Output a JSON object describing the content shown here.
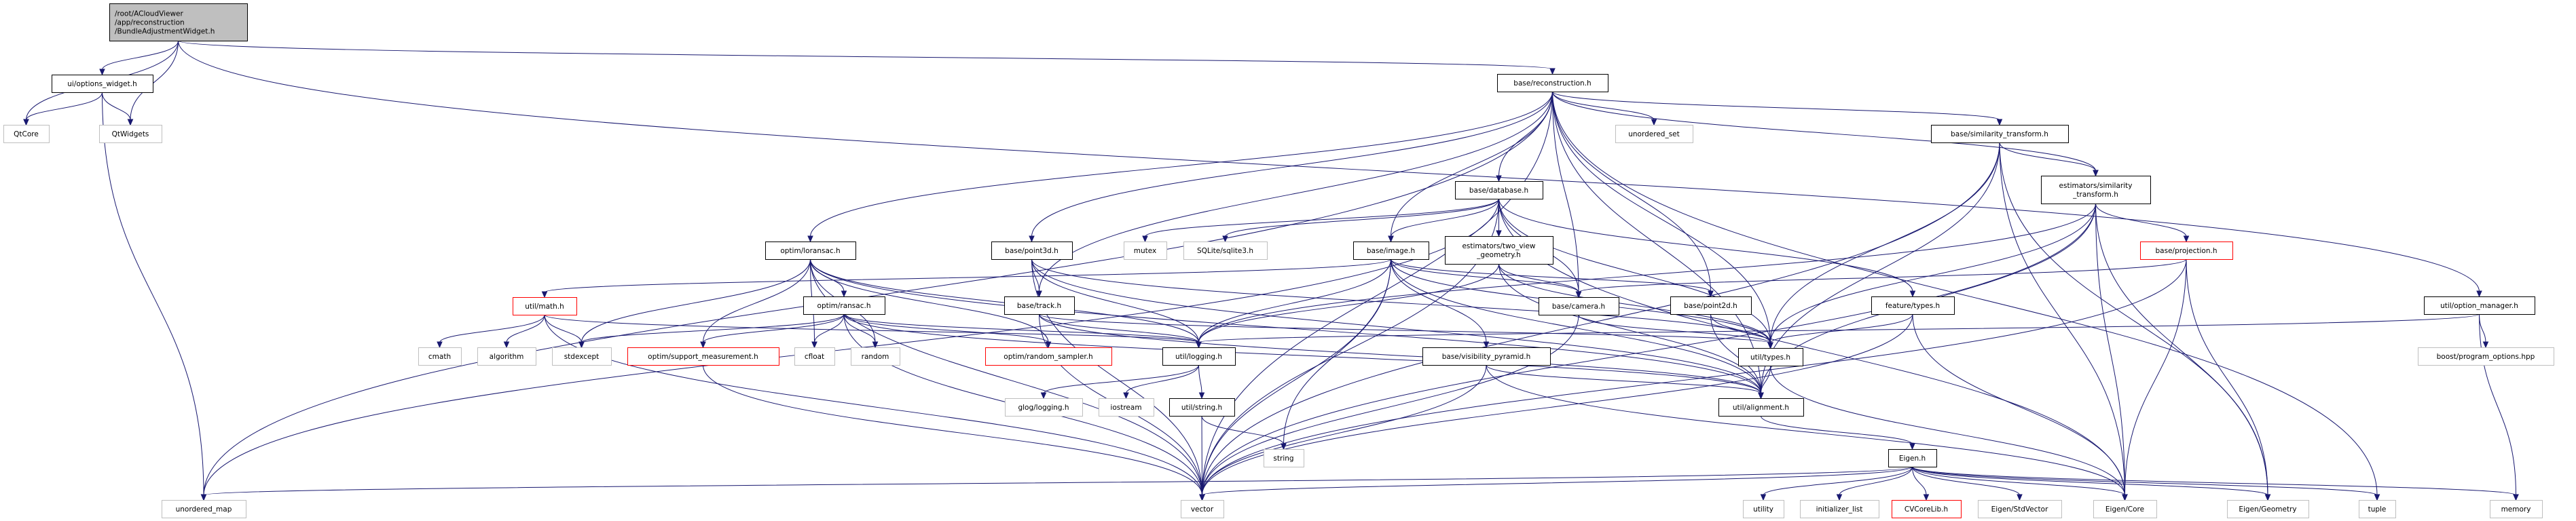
{
  "title": "Include dependency graph for BundleAdjustmentWidget.h",
  "colors": {
    "edge": "#191970",
    "root_fill": "#bfbfbf",
    "header_border": "#000000",
    "system_border": "#bfbfbf",
    "truncated_border": "#ff0000"
  },
  "nodes": [
    {
      "id": "root",
      "lines": [
        "/root/ACloudViewer",
        "/app/reconstruction",
        "/BundleAdjustmentWidget.h"
      ],
      "kind": "root"
    },
    {
      "id": "options_widget",
      "lines": [
        "ui/options_widget.h"
      ],
      "kind": "header"
    },
    {
      "id": "qtcore",
      "lines": [
        "QtCore"
      ],
      "kind": "system"
    },
    {
      "id": "qtwidgets",
      "lines": [
        "QtWidgets"
      ],
      "kind": "system"
    },
    {
      "id": "reconstruction",
      "lines": [
        "base/reconstruction.h"
      ],
      "kind": "header"
    },
    {
      "id": "unordered_set",
      "lines": [
        "unordered_set"
      ],
      "kind": "system"
    },
    {
      "id": "base_sim",
      "lines": [
        "base/similarity_transform.h"
      ],
      "kind": "header"
    },
    {
      "id": "est_sim",
      "lines": [
        "estimators/similarity",
        "_transform.h"
      ],
      "kind": "header"
    },
    {
      "id": "database",
      "lines": [
        "base/database.h"
      ],
      "kind": "header"
    },
    {
      "id": "option_manager",
      "lines": [
        "util/option_manager.h"
      ],
      "kind": "header"
    },
    {
      "id": "boost_po",
      "lines": [
        "boost/program_options.hpp"
      ],
      "kind": "system"
    },
    {
      "id": "loransac",
      "lines": [
        "optim/loransac.h"
      ],
      "kind": "header"
    },
    {
      "id": "point3d",
      "lines": [
        "base/point3d.h"
      ],
      "kind": "header"
    },
    {
      "id": "mutex",
      "lines": [
        "mutex"
      ],
      "kind": "system"
    },
    {
      "id": "sqlite",
      "lines": [
        "SQLite/sqlite3.h"
      ],
      "kind": "system"
    },
    {
      "id": "image",
      "lines": [
        "base/image.h"
      ],
      "kind": "header"
    },
    {
      "id": "two_view",
      "lines": [
        "estimators/two_view",
        "_geometry.h"
      ],
      "kind": "header"
    },
    {
      "id": "projection",
      "lines": [
        "base/projection.h"
      ],
      "kind": "truncated"
    },
    {
      "id": "math",
      "lines": [
        "util/math.h"
      ],
      "kind": "truncated"
    },
    {
      "id": "ransac",
      "lines": [
        "optim/ransac.h"
      ],
      "kind": "header"
    },
    {
      "id": "track",
      "lines": [
        "base/track.h"
      ],
      "kind": "header"
    },
    {
      "id": "camera",
      "lines": [
        "base/camera.h"
      ],
      "kind": "header"
    },
    {
      "id": "point2d",
      "lines": [
        "base/point2d.h"
      ],
      "kind": "header"
    },
    {
      "id": "feature_types",
      "lines": [
        "feature/types.h"
      ],
      "kind": "header"
    },
    {
      "id": "cmath",
      "lines": [
        "cmath"
      ],
      "kind": "system"
    },
    {
      "id": "algorithm",
      "lines": [
        "algorithm"
      ],
      "kind": "system"
    },
    {
      "id": "stdexcept",
      "lines": [
        "stdexcept"
      ],
      "kind": "system"
    },
    {
      "id": "support_measurement",
      "lines": [
        "optim/support_measurement.h"
      ],
      "kind": "truncated"
    },
    {
      "id": "cfloat",
      "lines": [
        "cfloat"
      ],
      "kind": "system"
    },
    {
      "id": "random",
      "lines": [
        "random"
      ],
      "kind": "system"
    },
    {
      "id": "random_sampler",
      "lines": [
        "optim/random_sampler.h"
      ],
      "kind": "truncated"
    },
    {
      "id": "logging",
      "lines": [
        "util/logging.h"
      ],
      "kind": "header"
    },
    {
      "id": "visibility_pyramid",
      "lines": [
        "base/visibility_pyramid.h"
      ],
      "kind": "header"
    },
    {
      "id": "util_types",
      "lines": [
        "util/types.h"
      ],
      "kind": "header"
    },
    {
      "id": "glog",
      "lines": [
        "glog/logging.h"
      ],
      "kind": "system"
    },
    {
      "id": "iostream",
      "lines": [
        "iostream"
      ],
      "kind": "system"
    },
    {
      "id": "util_string",
      "lines": [
        "util/string.h"
      ],
      "kind": "header"
    },
    {
      "id": "alignment",
      "lines": [
        "util/alignment.h"
      ],
      "kind": "header"
    },
    {
      "id": "string",
      "lines": [
        "string"
      ],
      "kind": "system"
    },
    {
      "id": "eigen_h",
      "lines": [
        "Eigen.h"
      ],
      "kind": "header"
    },
    {
      "id": "unordered_map",
      "lines": [
        "unordered_map"
      ],
      "kind": "system"
    },
    {
      "id": "vector",
      "lines": [
        "vector"
      ],
      "kind": "system"
    },
    {
      "id": "utility",
      "lines": [
        "utility"
      ],
      "kind": "system"
    },
    {
      "id": "initializer_list",
      "lines": [
        "initializer_list"
      ],
      "kind": "system"
    },
    {
      "id": "cvcorelib",
      "lines": [
        "CVCoreLib.h"
      ],
      "kind": "truncated"
    },
    {
      "id": "eigen_stdvector",
      "lines": [
        "Eigen/StdVector"
      ],
      "kind": "system"
    },
    {
      "id": "eigen_core",
      "lines": [
        "Eigen/Core"
      ],
      "kind": "system"
    },
    {
      "id": "eigen_geometry",
      "lines": [
        "Eigen/Geometry"
      ],
      "kind": "system"
    },
    {
      "id": "tuple",
      "lines": [
        "tuple"
      ],
      "kind": "system"
    },
    {
      "id": "memory",
      "lines": [
        "memory"
      ],
      "kind": "system"
    }
  ],
  "edges": [
    [
      "root",
      "options_widget"
    ],
    [
      "root",
      "qtcore"
    ],
    [
      "root",
      "qtwidgets"
    ],
    [
      "root",
      "reconstruction"
    ],
    [
      "root",
      "option_manager"
    ],
    [
      "options_widget",
      "qtcore"
    ],
    [
      "options_widget",
      "qtwidgets"
    ],
    [
      "options_widget",
      "unordered_map"
    ],
    [
      "reconstruction",
      "unordered_set"
    ],
    [
      "reconstruction",
      "base_sim"
    ],
    [
      "reconstruction",
      "est_sim"
    ],
    [
      "reconstruction",
      "database"
    ],
    [
      "reconstruction",
      "loransac"
    ],
    [
      "reconstruction",
      "point3d"
    ],
    [
      "reconstruction",
      "image"
    ],
    [
      "reconstruction",
      "camera"
    ],
    [
      "reconstruction",
      "point2d"
    ],
    [
      "reconstruction",
      "track"
    ],
    [
      "reconstruction",
      "util_types"
    ],
    [
      "reconstruction",
      "alignment"
    ],
    [
      "reconstruction",
      "unordered_map"
    ],
    [
      "reconstruction",
      "vector"
    ],
    [
      "reconstruction",
      "tuple"
    ],
    [
      "base_sim",
      "est_sim"
    ],
    [
      "base_sim",
      "util_types"
    ],
    [
      "base_sim",
      "alignment"
    ],
    [
      "base_sim",
      "eigen_core"
    ],
    [
      "base_sim",
      "eigen_geometry"
    ],
    [
      "base_sim",
      "vector"
    ],
    [
      "est_sim",
      "projection"
    ],
    [
      "est_sim",
      "logging"
    ],
    [
      "est_sim",
      "util_types"
    ],
    [
      "est_sim",
      "alignment"
    ],
    [
      "est_sim",
      "eigen_core"
    ],
    [
      "est_sim",
      "eigen_geometry"
    ],
    [
      "est_sim",
      "vector"
    ],
    [
      "database",
      "mutex"
    ],
    [
      "database",
      "sqlite"
    ],
    [
      "database",
      "image"
    ],
    [
      "database",
      "two_view"
    ],
    [
      "database",
      "camera"
    ],
    [
      "database",
      "feature_types"
    ],
    [
      "database",
      "util_types"
    ],
    [
      "database",
      "eigen_core"
    ],
    [
      "database",
      "unordered_map"
    ],
    [
      "database",
      "vector"
    ],
    [
      "option_manager",
      "boost_po"
    ],
    [
      "option_manager",
      "memory"
    ],
    [
      "option_manager",
      "logging"
    ],
    [
      "loransac",
      "ransac"
    ],
    [
      "loransac",
      "support_measurement"
    ],
    [
      "loransac",
      "random_sampler"
    ],
    [
      "loransac",
      "cfloat"
    ],
    [
      "loransac",
      "random"
    ],
    [
      "loransac",
      "stdexcept"
    ],
    [
      "loransac",
      "logging"
    ],
    [
      "loransac",
      "alignment"
    ],
    [
      "loransac",
      "vector"
    ],
    [
      "point3d",
      "track"
    ],
    [
      "point3d",
      "logging"
    ],
    [
      "point3d",
      "util_types"
    ],
    [
      "point3d",
      "alignment"
    ],
    [
      "point3d",
      "vector"
    ],
    [
      "image",
      "camera"
    ],
    [
      "image",
      "point2d"
    ],
    [
      "image",
      "visibility_pyramid"
    ],
    [
      "image",
      "math"
    ],
    [
      "image",
      "logging"
    ],
    [
      "image",
      "util_types"
    ],
    [
      "image",
      "alignment"
    ],
    [
      "image",
      "string"
    ],
    [
      "image",
      "vector"
    ],
    [
      "two_view",
      "camera"
    ],
    [
      "two_view",
      "logging"
    ],
    [
      "two_view",
      "util_types"
    ],
    [
      "two_view",
      "alignment"
    ],
    [
      "projection",
      "camera"
    ],
    [
      "projection",
      "eigen_core"
    ],
    [
      "projection",
      "eigen_geometry"
    ],
    [
      "projection",
      "vector"
    ],
    [
      "math",
      "cmath"
    ],
    [
      "math",
      "algorithm"
    ],
    [
      "math",
      "stdexcept"
    ],
    [
      "math",
      "logging"
    ],
    [
      "math",
      "vector"
    ],
    [
      "ransac",
      "support_measurement"
    ],
    [
      "ransac",
      "random_sampler"
    ],
    [
      "ransac",
      "cfloat"
    ],
    [
      "ransac",
      "random"
    ],
    [
      "ransac",
      "stdexcept"
    ],
    [
      "ransac",
      "logging"
    ],
    [
      "ransac",
      "alignment"
    ],
    [
      "ransac",
      "vector"
    ],
    [
      "track",
      "logging"
    ],
    [
      "track",
      "util_types"
    ],
    [
      "track",
      "alignment"
    ],
    [
      "track",
      "vector"
    ],
    [
      "camera",
      "util_types"
    ],
    [
      "camera",
      "vector"
    ],
    [
      "point2d",
      "util_types"
    ],
    [
      "point2d",
      "alignment"
    ],
    [
      "feature_types",
      "util_types"
    ],
    [
      "feature_types",
      "eigen_core"
    ],
    [
      "feature_types",
      "vector"
    ],
    [
      "support_measurement",
      "vector"
    ],
    [
      "logging",
      "glog"
    ],
    [
      "logging",
      "iostream"
    ],
    [
      "logging",
      "util_string"
    ],
    [
      "visibility_pyramid",
      "alignment"
    ],
    [
      "visibility_pyramid",
      "eigen_core"
    ],
    [
      "visibility_pyramid",
      "vector"
    ],
    [
      "util_types",
      "alignment"
    ],
    [
      "util_types",
      "eigen_core"
    ],
    [
      "util_string",
      "string"
    ],
    [
      "util_string",
      "vector"
    ],
    [
      "alignment",
      "eigen_h"
    ],
    [
      "eigen_h",
      "utility"
    ],
    [
      "eigen_h",
      "initializer_list"
    ],
    [
      "eigen_h",
      "cvcorelib"
    ],
    [
      "eigen_h",
      "eigen_stdvector"
    ],
    [
      "eigen_h",
      "eigen_core"
    ],
    [
      "eigen_h",
      "eigen_geometry"
    ],
    [
      "eigen_h",
      "vector"
    ],
    [
      "eigen_h",
      "unordered_map"
    ],
    [
      "eigen_h",
      "tuple"
    ],
    [
      "eigen_h",
      "memory"
    ]
  ]
}
